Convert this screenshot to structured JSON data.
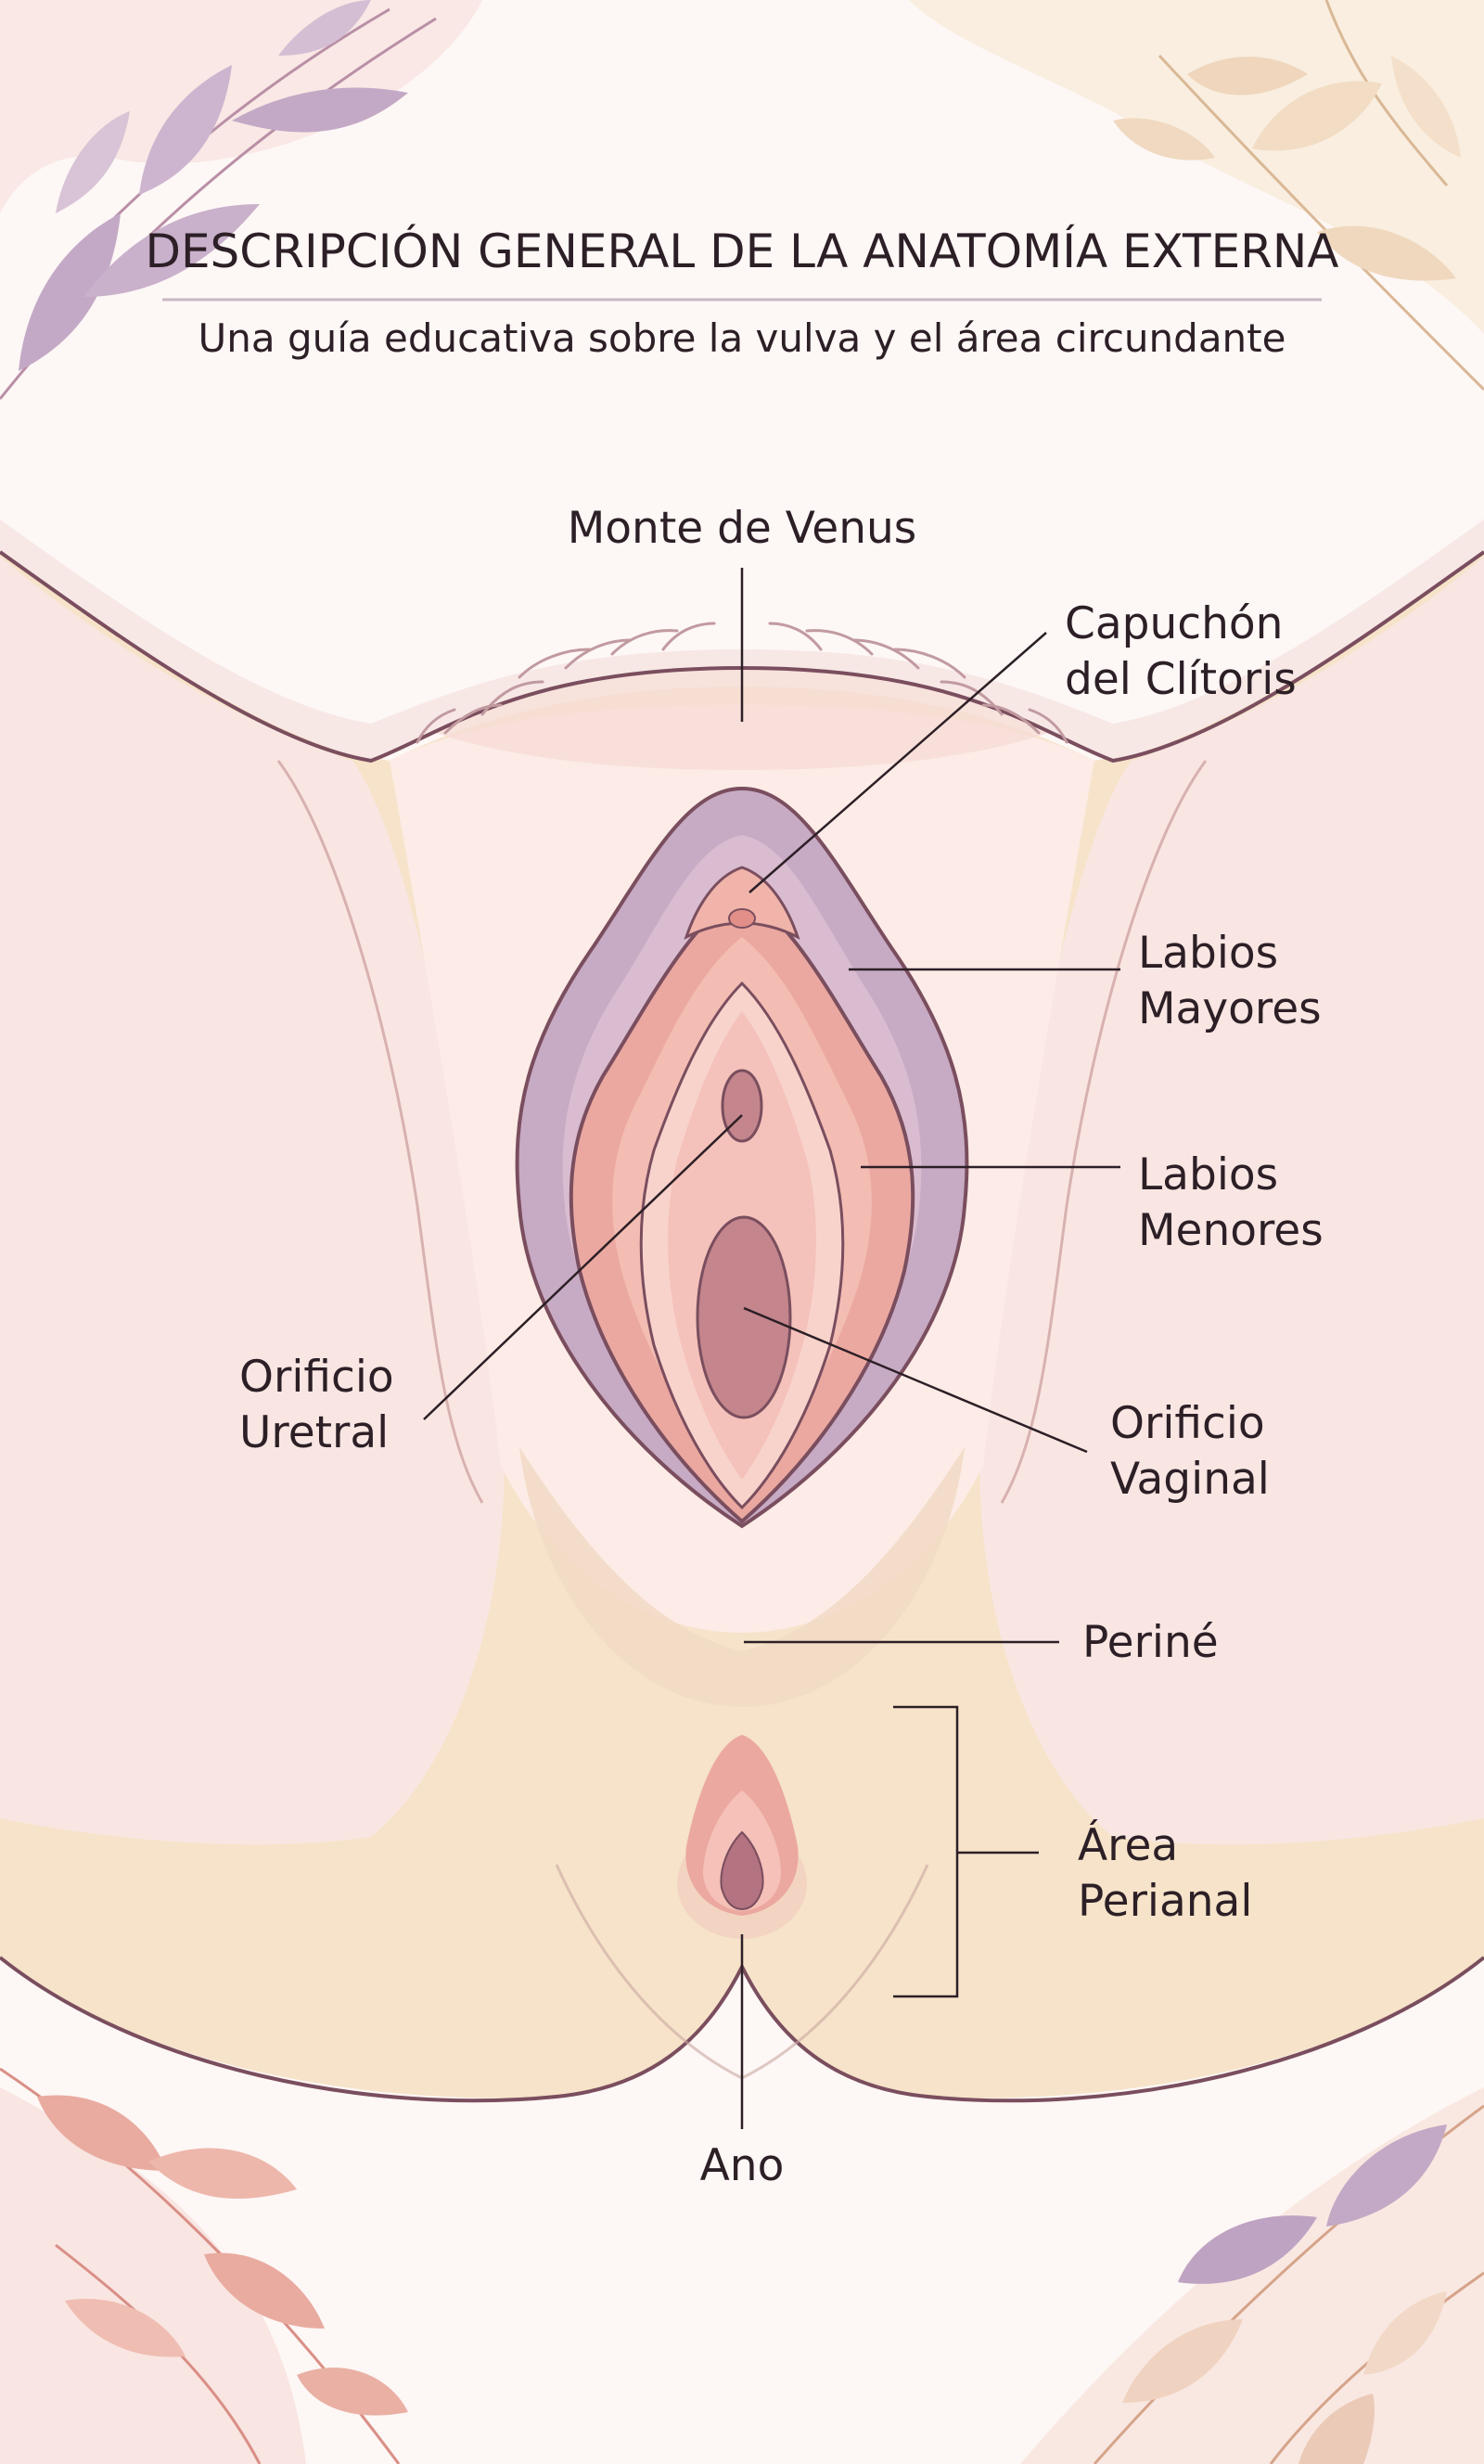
{
  "header": {
    "title": "DESCRIPCIÓN GENERAL DE LA ANATOMÍA EXTERNA",
    "subtitle": "Una guía educativa sobre la vulva y el área circundante"
  },
  "labels": {
    "monte_de_venus": {
      "lines": [
        "Monte de Venus"
      ]
    },
    "capuchon_clitoris": {
      "lines": [
        "Capuchón",
        "del Clítoris"
      ]
    },
    "labios_mayores": {
      "lines": [
        "Labios",
        "Mayores"
      ]
    },
    "labios_menores": {
      "lines": [
        "Labios",
        "Menores"
      ]
    },
    "orificio_uretral": {
      "lines": [
        "Orificio",
        "Uretral"
      ]
    },
    "orificio_vaginal": {
      "lines": [
        "Orificio",
        "Vaginal"
      ]
    },
    "perine": {
      "lines": [
        "Periné"
      ]
    },
    "area_perianal": {
      "lines": [
        "Área",
        "Perianal"
      ]
    },
    "ano": {
      "lines": [
        "Ano"
      ]
    }
  },
  "colors": {
    "background": "#fdf7f5",
    "skin_upper": "#f9e6e3",
    "skin_lower": "#f6e3c9",
    "outline": "#7a4e5e",
    "labia_majora": "#c7aac4",
    "labia_minora": "#eba8a0",
    "inner": "#f8d3cc",
    "opening": "#c4858c",
    "leaf_purple": "#bfa6c4",
    "leaf_pink": "#eab3a8",
    "leaf_cream": "#f3dcc0",
    "text": "#2c1f26"
  }
}
